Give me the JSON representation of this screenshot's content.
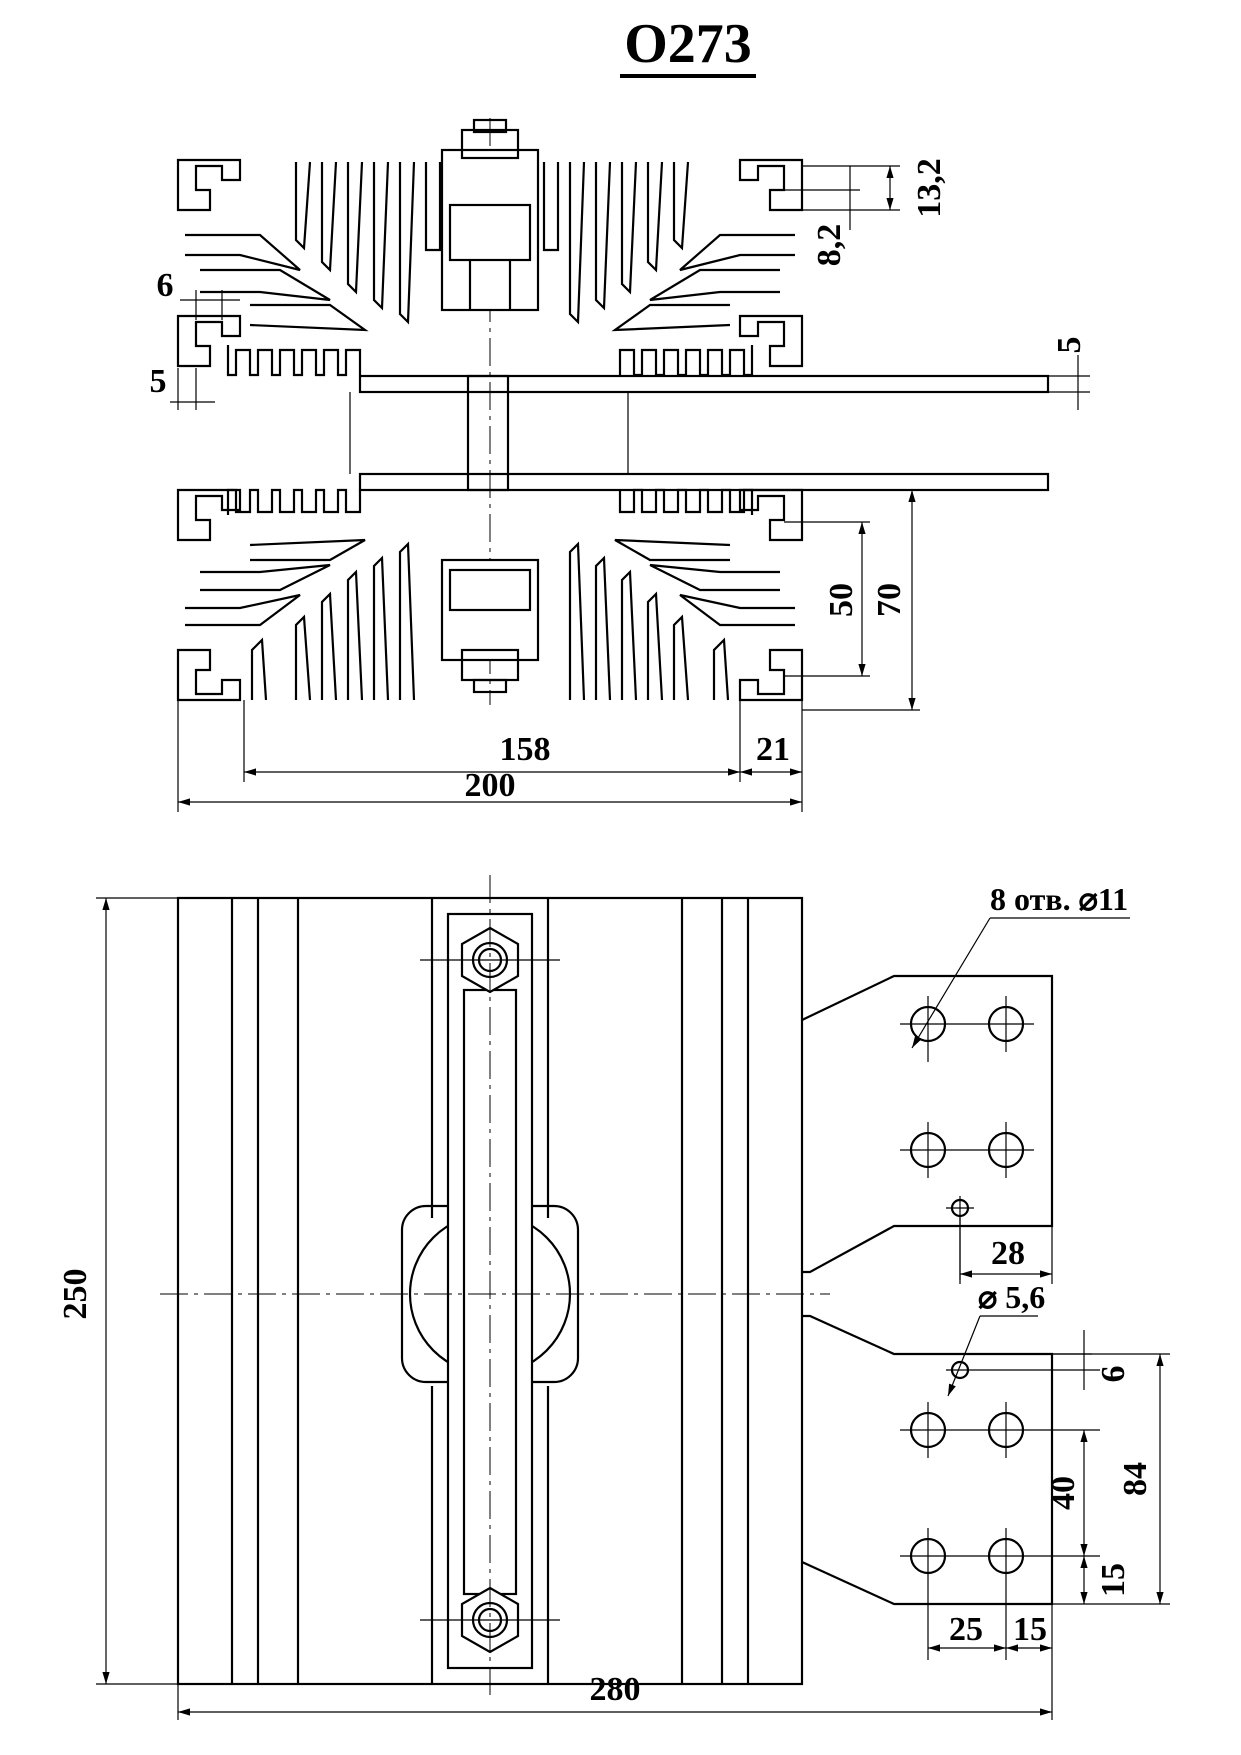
{
  "title": "О273",
  "front_view": {
    "dimensions": {
      "fin_step": "13,2",
      "slot_width": "8,2",
      "wall_thickness_top": "6",
      "wall_thickness_side": "5",
      "bus_thickness": "5",
      "inner_height": "50",
      "half_height": "70",
      "inner_width": "158",
      "flange_width": "21",
      "overall_width": "200"
    }
  },
  "plan_view": {
    "dimensions": {
      "holes_note": "8 отв. ⌀11",
      "small_hole_note": "⌀ 5,6",
      "overall_length": "250",
      "overall_width": "280",
      "hole_offset_28": "28",
      "edge_6": "6",
      "pitch_40": "40",
      "terminal_84": "84",
      "edge_15_v": "15",
      "pitch_25": "25",
      "edge_15_h": "15"
    }
  }
}
